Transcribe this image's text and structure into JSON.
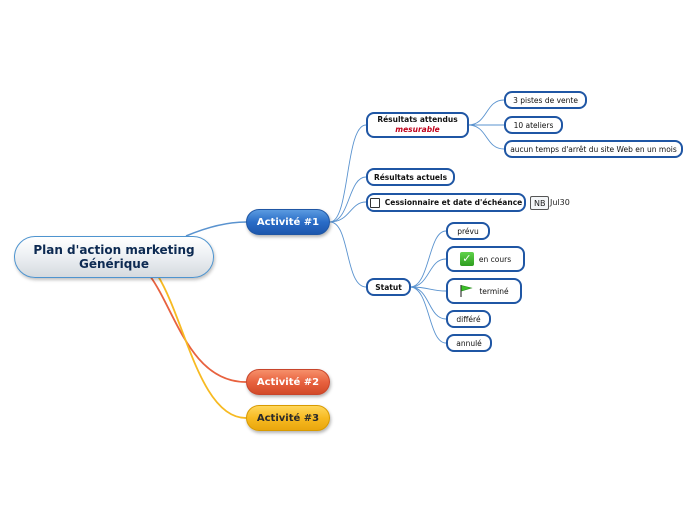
{
  "root": {
    "line1": "Plan d'action marketing",
    "line2": "Générique"
  },
  "activities": [
    "Activité #1",
    "Activité #2",
    "Activité #3"
  ],
  "colors": {
    "blue": "#1f56a4",
    "red": "#e8623f",
    "yellow": "#f7ba22",
    "link_blue": "#5a93cf"
  },
  "resultats_attendus": {
    "label": "Résultats attendus",
    "note": "mesurable",
    "children": [
      "3 pistes de vente",
      "10 ateliers",
      "aucun temps d'arrêt du site Web en un mois"
    ]
  },
  "resultats_actuels": "Résultats actuels",
  "cessionnaire": {
    "label": "Cessionnaire et date d'échéance",
    "tag": "NB",
    "date": "Jul30"
  },
  "statut": {
    "label": "Statut",
    "children": [
      "prévu",
      "en cours",
      "terminé",
      "différé",
      "annulé"
    ],
    "icons": {
      "en_cours": "check-icon",
      "termine": "flag-icon"
    }
  }
}
